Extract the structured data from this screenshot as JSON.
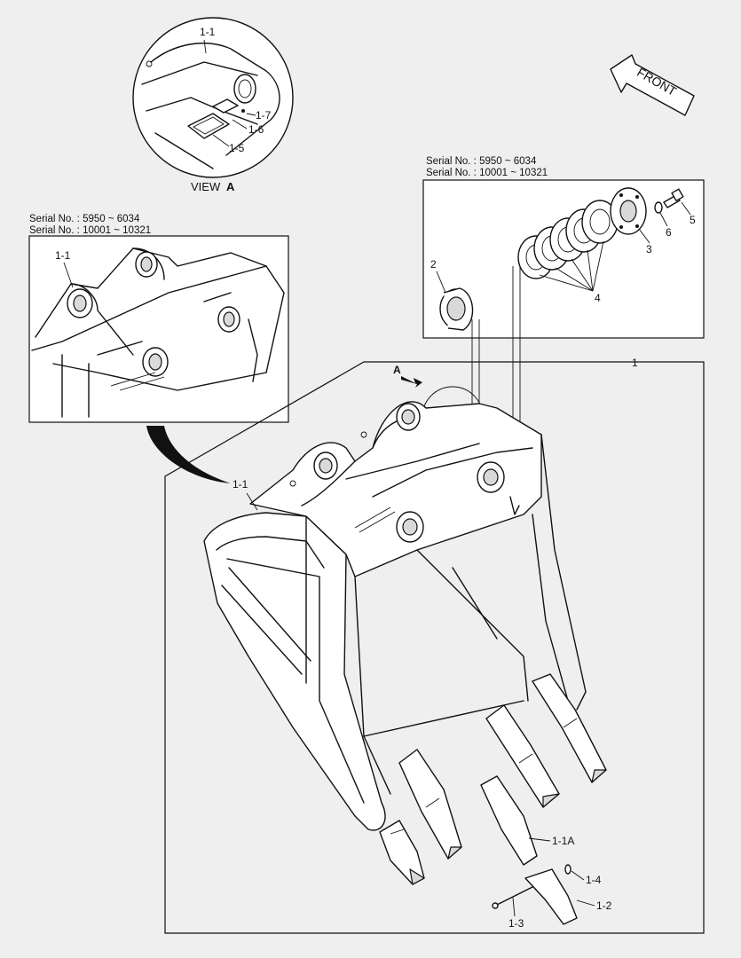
{
  "view_label": "VIEW",
  "view_letter": "A",
  "front_label": "FRONT",
  "serial_lines": [
    "Serial No. : 5950 ~ 6034",
    "Serial No. : 10001 ~ 10321"
  ],
  "callouts": {
    "assembly": "1",
    "bucket": "1-1",
    "inset_bucket": "1-1",
    "view_bucket": "1-1",
    "tooth_point": "1-1A",
    "tip": "1-2",
    "pin": "1-3",
    "lock": "1-4",
    "plate": "1-5",
    "shim": "1-6",
    "bolt_small": "1-7",
    "bushing": "2",
    "washer": "3",
    "shims": "4",
    "bolt": "5",
    "lock_washer": "6",
    "arrow_a": "A"
  }
}
